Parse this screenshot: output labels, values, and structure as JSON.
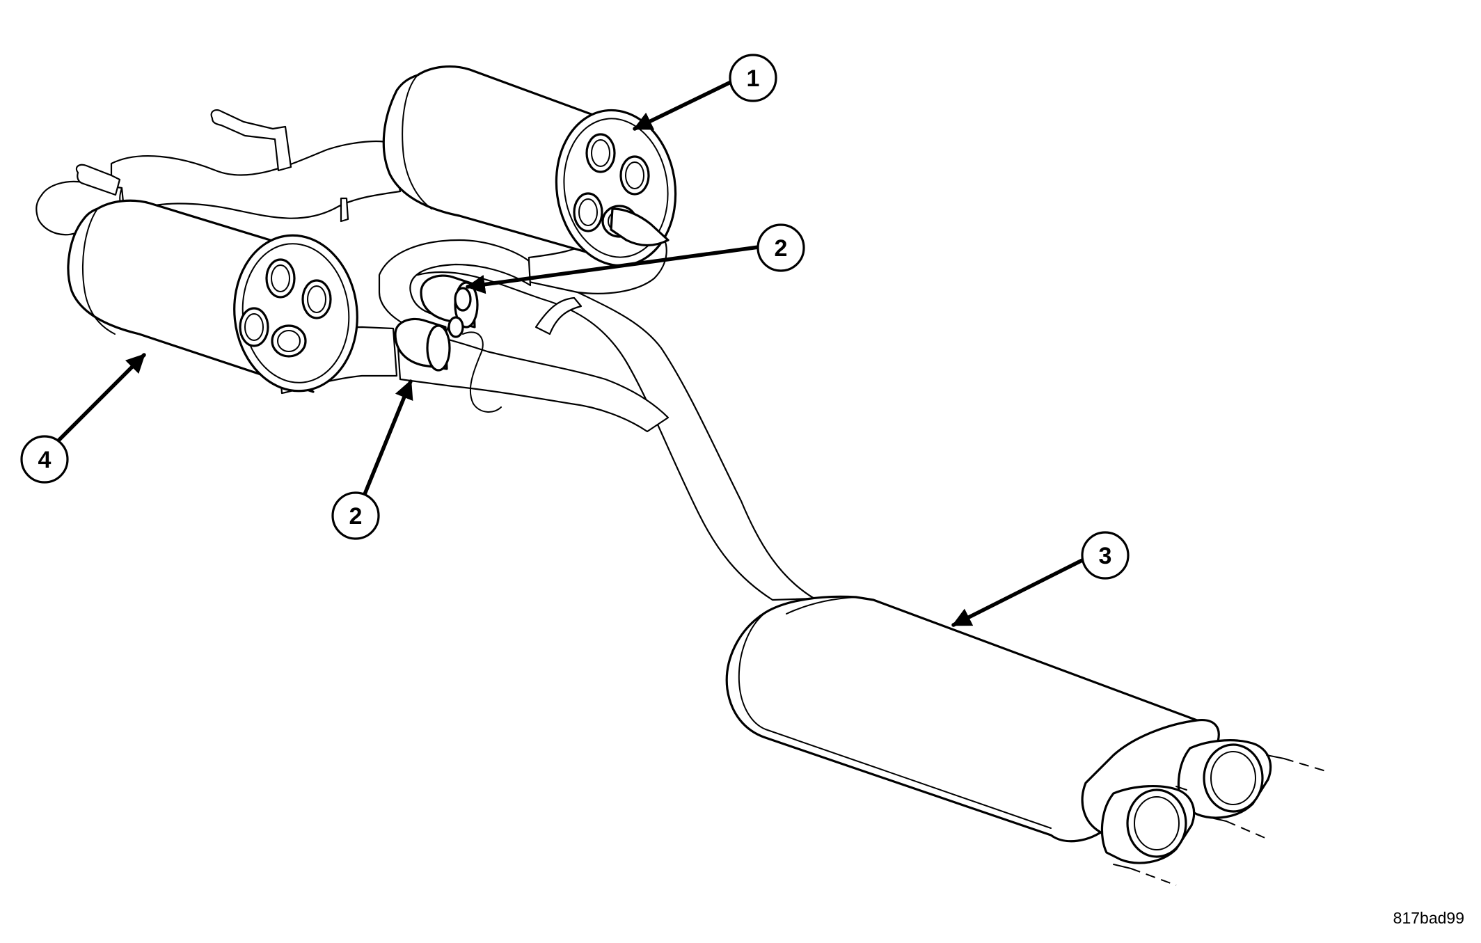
{
  "callouts": [
    {
      "id": "callout-1",
      "label": "1"
    },
    {
      "id": "callout-2-upper",
      "label": "2"
    },
    {
      "id": "callout-2-lower",
      "label": "2"
    },
    {
      "id": "callout-3",
      "label": "3"
    },
    {
      "id": "callout-4",
      "label": "4"
    }
  ],
  "figure_id": "817bad99",
  "colors": {
    "line": "#000000",
    "background": "#ffffff"
  }
}
